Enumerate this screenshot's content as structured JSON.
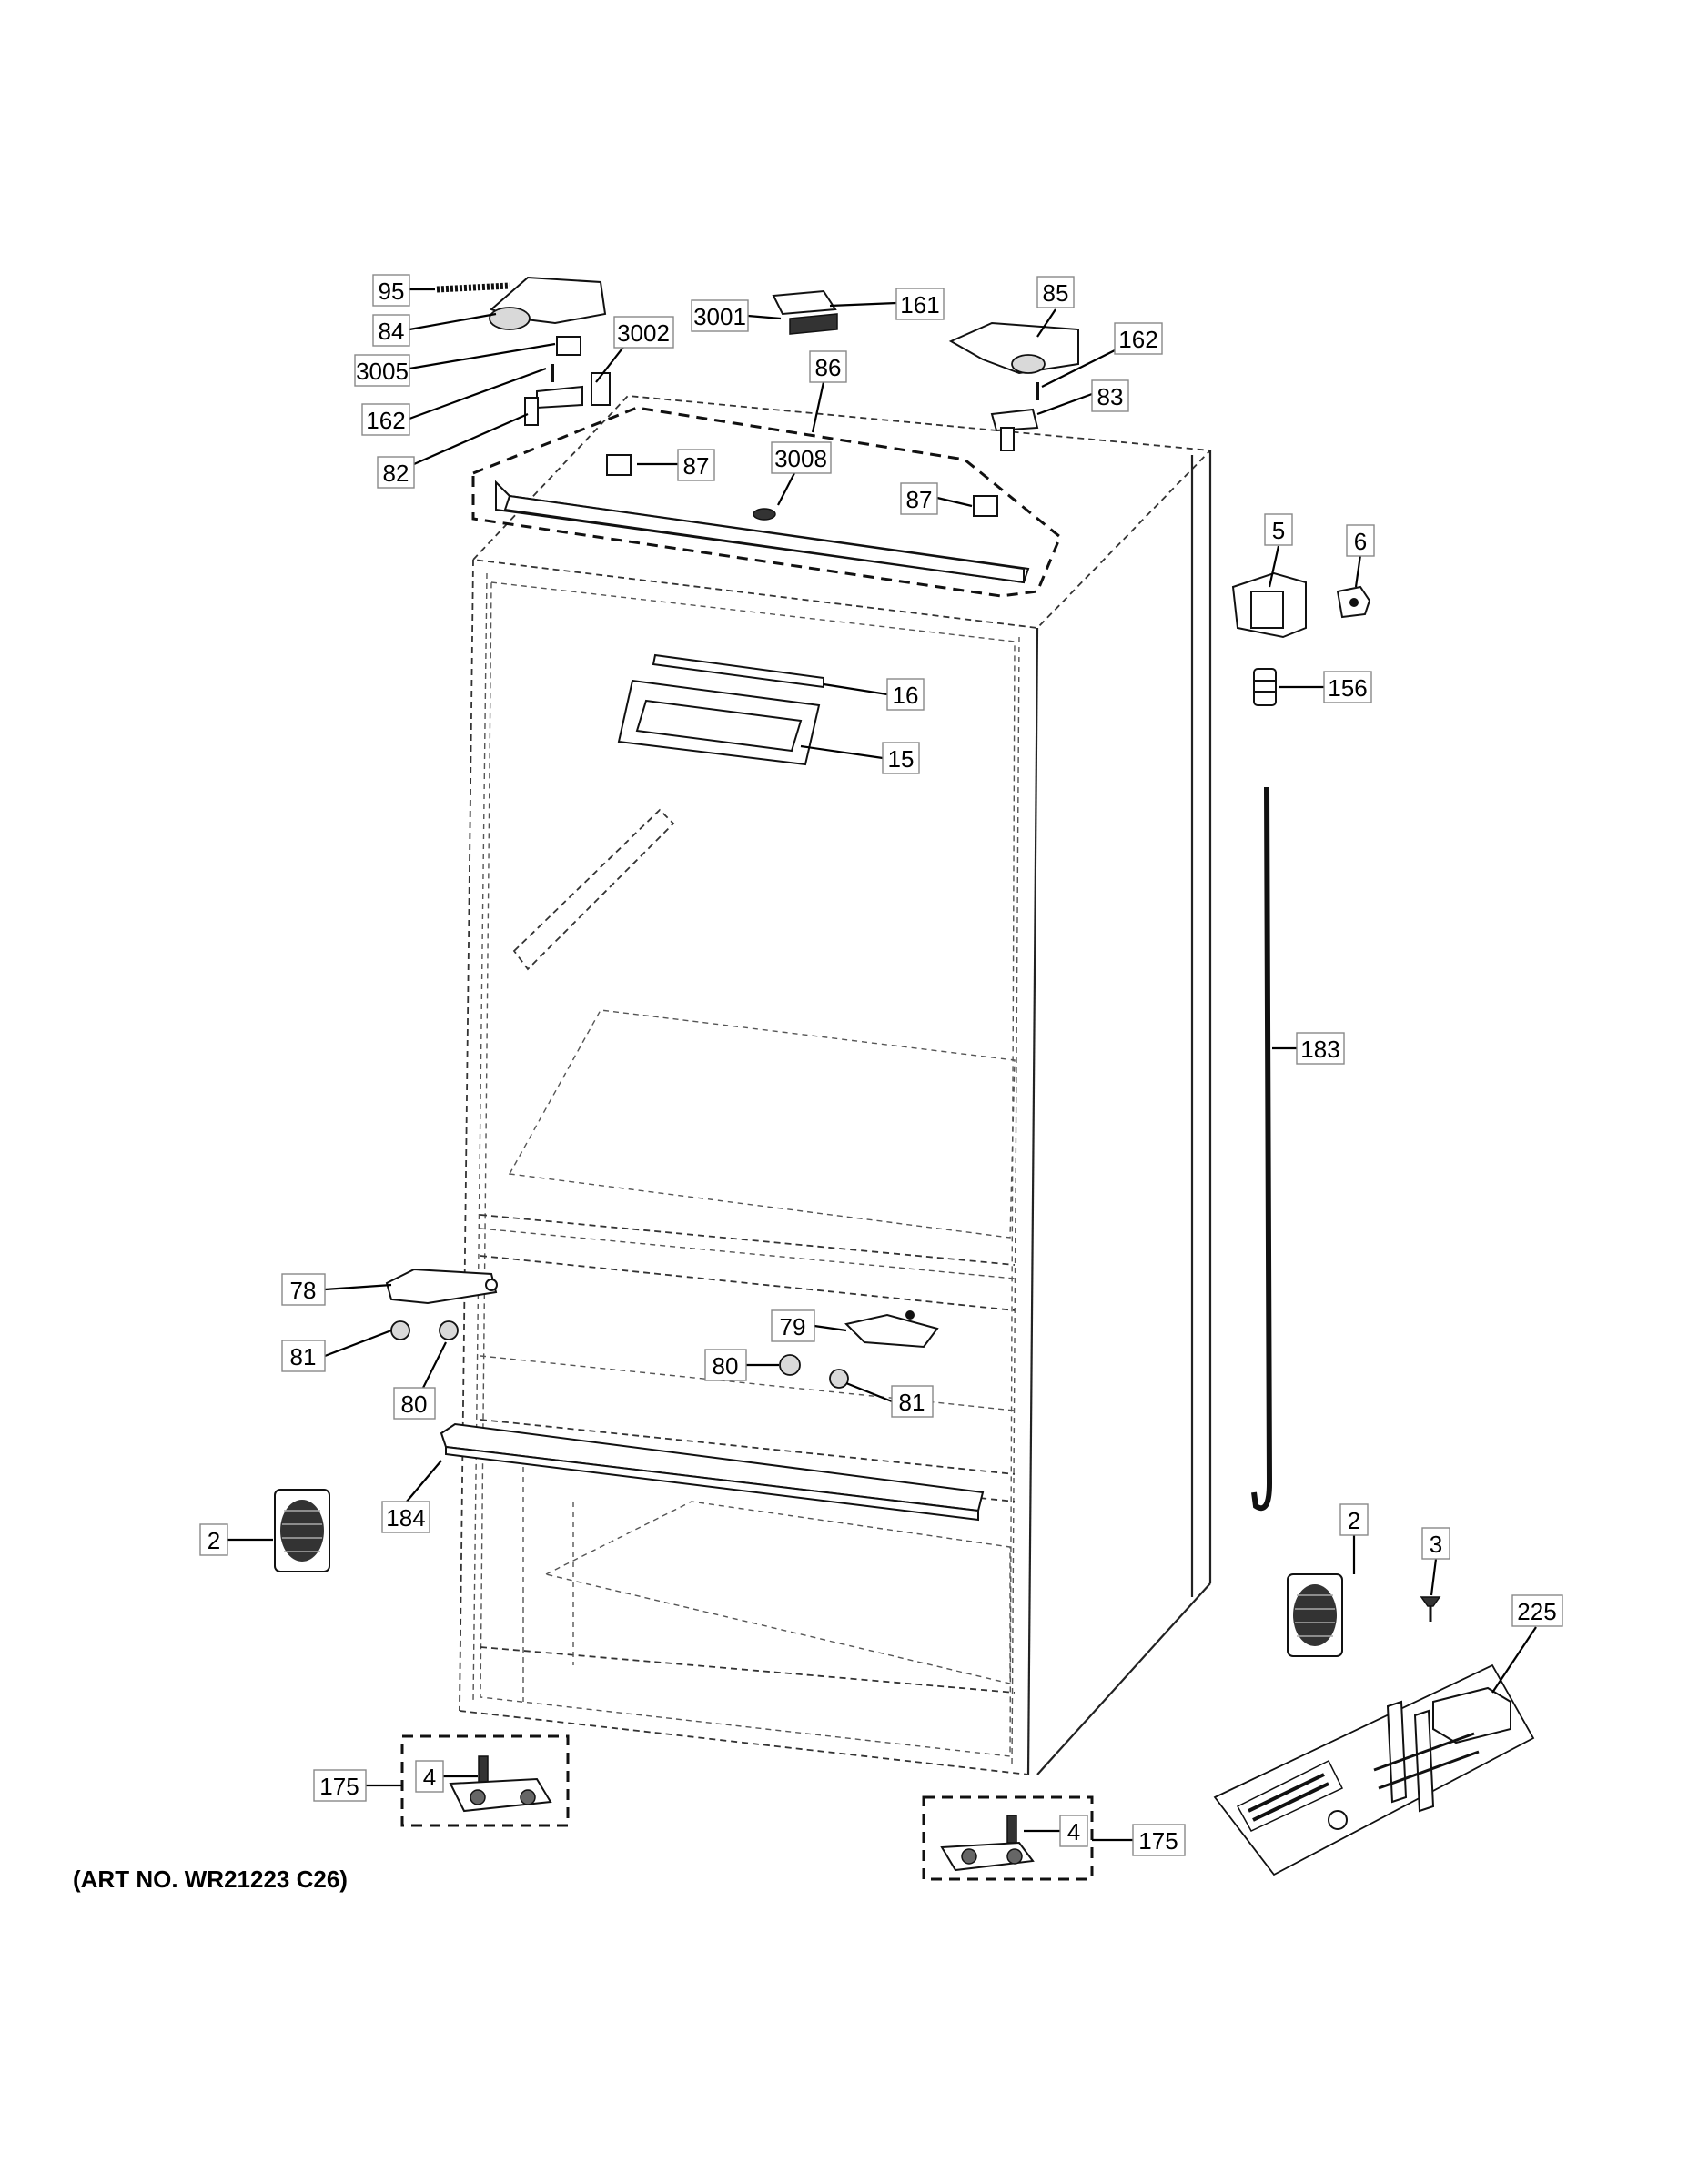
{
  "art_number": "(ART NO. WR21223 C26)",
  "callouts": [
    {
      "id": "c95",
      "label": "95"
    },
    {
      "id": "c84",
      "label": "84"
    },
    {
      "id": "c3005",
      "label": "3005"
    },
    {
      "id": "c3002",
      "label": "3002"
    },
    {
      "id": "c162a",
      "label": "162"
    },
    {
      "id": "c82",
      "label": "82"
    },
    {
      "id": "c3001",
      "label": "3001"
    },
    {
      "id": "c161",
      "label": "161"
    },
    {
      "id": "c86",
      "label": "86"
    },
    {
      "id": "c87a",
      "label": "87"
    },
    {
      "id": "c3008",
      "label": "3008"
    },
    {
      "id": "c87b",
      "label": "87"
    },
    {
      "id": "c85",
      "label": "85"
    },
    {
      "id": "c162b",
      "label": "162"
    },
    {
      "id": "c83",
      "label": "83"
    },
    {
      "id": "c5",
      "label": "5"
    },
    {
      "id": "c6",
      "label": "6"
    },
    {
      "id": "c156",
      "label": "156"
    },
    {
      "id": "c16",
      "label": "16"
    },
    {
      "id": "c15",
      "label": "15"
    },
    {
      "id": "c183",
      "label": "183"
    },
    {
      "id": "c78",
      "label": "78"
    },
    {
      "id": "c81a",
      "label": "81"
    },
    {
      "id": "c80a",
      "label": "80"
    },
    {
      "id": "c79",
      "label": "79"
    },
    {
      "id": "c80b",
      "label": "80"
    },
    {
      "id": "c81b",
      "label": "81"
    },
    {
      "id": "c184",
      "label": "184"
    },
    {
      "id": "c2a",
      "label": "2"
    },
    {
      "id": "c2b",
      "label": "2"
    },
    {
      "id": "c3",
      "label": "3"
    },
    {
      "id": "c225",
      "label": "225"
    },
    {
      "id": "c4a",
      "label": "4"
    },
    {
      "id": "c175a",
      "label": "175"
    },
    {
      "id": "c4b",
      "label": "4"
    },
    {
      "id": "c175b",
      "label": "175"
    }
  ]
}
